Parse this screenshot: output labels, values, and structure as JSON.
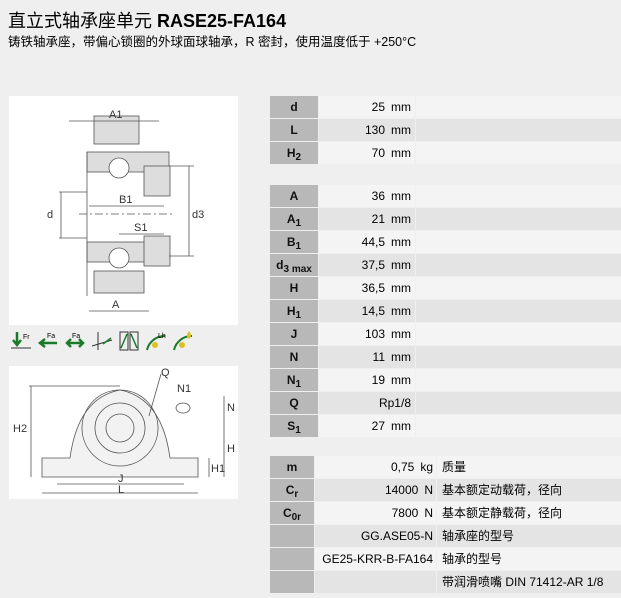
{
  "header": {
    "title_cn": "直立式轴承座单元",
    "title_model": "RASE25-FA164",
    "subtitle": "铸铁轴承座，带偏心锁圈的外球面球轴承，R 密封，使用温度低于 +250°C"
  },
  "drawings": {
    "section_labels": [
      "A1",
      "B1",
      "d",
      "d3",
      "S1",
      "A"
    ],
    "front_labels": [
      "Q",
      "N1",
      "N",
      "H2",
      "H",
      "H1",
      "J",
      "L"
    ]
  },
  "icons": [
    "radial-load-icon",
    "axial-load-icon",
    "bidirectional-axial-load-icon",
    "misalignment-icon",
    "seal-icon",
    "rating-life-icon",
    "lubrication-icon"
  ],
  "icon_labels": [
    "Fr",
    "Fa",
    "Fa",
    "Lh"
  ],
  "colors": {
    "label_bg": "#b8b8b8",
    "row_light": "#f4f4f4",
    "row_dark": "#e4e4e4",
    "icon_green": "#1a7a2a"
  },
  "groups": [
    [
      {
        "sym": "d",
        "sub": "",
        "val": "25",
        "unit": "mm",
        "desc": ""
      },
      {
        "sym": "L",
        "sub": "",
        "val": "130",
        "unit": "mm",
        "desc": ""
      },
      {
        "sym": "H",
        "sub": "2",
        "val": "70",
        "unit": "mm",
        "desc": ""
      }
    ],
    [
      {
        "sym": "A",
        "sub": "",
        "val": "36",
        "unit": "mm",
        "desc": ""
      },
      {
        "sym": "A",
        "sub": "1",
        "val": "21",
        "unit": "mm",
        "desc": ""
      },
      {
        "sym": "B",
        "sub": "1",
        "val": "44,5",
        "unit": "mm",
        "desc": ""
      },
      {
        "sym": "d",
        "sub": "3 max",
        "val": "37,5",
        "unit": "mm",
        "desc": ""
      },
      {
        "sym": "H",
        "sub": "",
        "val": "36,5",
        "unit": "mm",
        "desc": ""
      },
      {
        "sym": "H",
        "sub": "1",
        "val": "14,5",
        "unit": "mm",
        "desc": ""
      },
      {
        "sym": "J",
        "sub": "",
        "val": "103",
        "unit": "mm",
        "desc": ""
      },
      {
        "sym": "N",
        "sub": "",
        "val": "11",
        "unit": "mm",
        "desc": ""
      },
      {
        "sym": "N",
        "sub": "1",
        "val": "19",
        "unit": "mm",
        "desc": ""
      },
      {
        "sym": "Q",
        "sub": "",
        "val": "Rp1/8",
        "unit": "",
        "desc": ""
      },
      {
        "sym": "S",
        "sub": "1",
        "val": "27",
        "unit": "mm",
        "desc": ""
      }
    ],
    [
      {
        "sym": "m",
        "sub": "",
        "val": "0,75",
        "unit": "kg",
        "desc": "质量"
      },
      {
        "sym": "C",
        "sub": "r",
        "val": "14000",
        "unit": "N",
        "desc": "基本额定动载荷，径向"
      },
      {
        "sym": "C",
        "sub": "0r",
        "val": "7800",
        "unit": "N",
        "desc": "基本额定静载荷，径向"
      },
      {
        "sym": "",
        "sub": "",
        "val": "GG.ASE05-N",
        "unit": "",
        "desc": "轴承座的型号"
      },
      {
        "sym": "",
        "sub": "",
        "val": "GE25-KRR-B-FA164",
        "unit": "",
        "desc": "轴承的型号"
      },
      {
        "sym": "",
        "sub": "",
        "val": "",
        "unit": "",
        "desc": "带润滑喷嘴 DIN 71412-AR 1/8"
      }
    ]
  ]
}
